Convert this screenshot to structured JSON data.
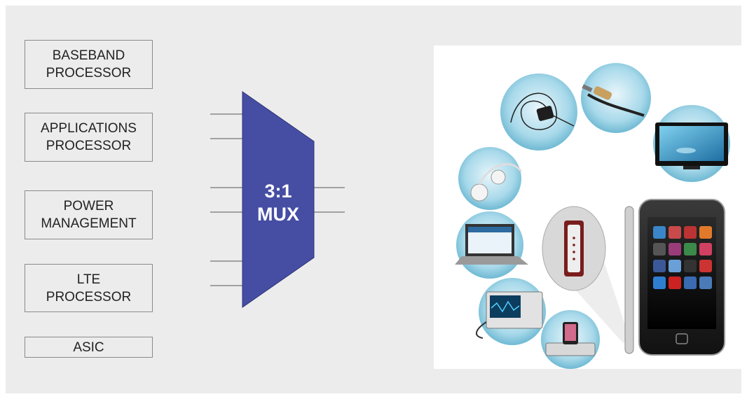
{
  "blocks": [
    {
      "id": "baseband",
      "label": "BASEBAND\nPROCESSOR"
    },
    {
      "id": "applications",
      "label": "APPLICATIONS\nPROCESSOR"
    },
    {
      "id": "power",
      "label": "POWER\nMANAGEMENT"
    },
    {
      "id": "lte",
      "label": "LTE\nPROCESSOR"
    },
    {
      "id": "asic",
      "label": "ASIC"
    }
  ],
  "mux": {
    "line1": "3:1",
    "line2": "MUX",
    "input_lines": 6,
    "output_lines": 2
  },
  "colors": {
    "background": "#ececec",
    "mux_fill": "#454ea3",
    "mux_text": "#ffffff",
    "block_border": "#8a8a8a",
    "wire": "#888888",
    "accent_circle": "#9fd4e6"
  },
  "illustration": {
    "items": [
      "charger-cable",
      "audio-jack-cable",
      "flat-tv",
      "earphones",
      "laptop",
      "usb-connector-closeup",
      "oscilloscope",
      "docking-station",
      "smartphone"
    ]
  }
}
